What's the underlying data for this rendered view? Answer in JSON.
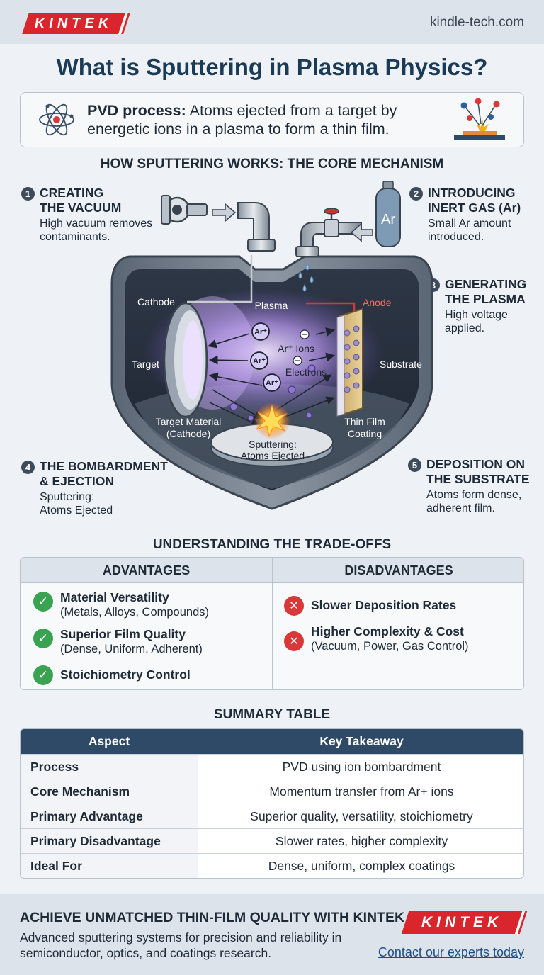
{
  "header": {
    "logo": "KINTEK",
    "site": "kindle-tech.com"
  },
  "title": "What is Sputtering in Plasma Physics?",
  "intro": {
    "label": "PVD process:",
    "text": " Atoms ejected from a target by energetic ions in a plasma to form a thin film."
  },
  "mechanism": {
    "heading": "HOW SPUTTERING WORKS: THE CORE MECHANISM",
    "steps": [
      {
        "num": "1",
        "title1": "CREATING",
        "title2": "THE VACUUM",
        "desc1": "High vacuum removes",
        "desc2": "contaminants."
      },
      {
        "num": "2",
        "title1": "INTRODUCING",
        "title2": "INERT GAS (Ar)",
        "desc1": "Small Ar amount",
        "desc2": "introduced."
      },
      {
        "num": "3",
        "title1": "GENERATING",
        "title2": "THE PLASMA",
        "desc1": "High voltage",
        "desc2": "applied."
      },
      {
        "num": "4",
        "title1": "THE BOMBARDMENT",
        "title2": "& EJECTION",
        "desc1": "Sputtering:",
        "desc2": "Atoms Ejected"
      },
      {
        "num": "5",
        "title1": "DEPOSITION ON",
        "title2": "THE SUBSTRATE",
        "desc1": "Atoms form dense,",
        "desc2": "adherent film."
      }
    ],
    "labels": {
      "cathode": "Cathode–",
      "anode": "Anode +",
      "plasma": "Plasma",
      "target": "Target",
      "substrate": "Substrate",
      "ar_ions": "Ar⁺ Ions",
      "electrons": "Electrons",
      "ar_badge": "Ar⁺",
      "ar_tank": "Ar",
      "target_material1": "Target Material",
      "target_material2": "(Cathode)",
      "thin_film1": "Thin Film",
      "thin_film2": "Coating",
      "sputter1": "Sputtering:",
      "sputter2": "Atoms Ejected"
    }
  },
  "tradeoffs": {
    "heading": "UNDERSTANDING THE TRADE-OFFS",
    "advantages_label": "ADVANTAGES",
    "disadvantages_label": "DISADVANTAGES",
    "advantages": [
      {
        "title": "Material Versatility",
        "sub": "(Metals, Alloys, Compounds)"
      },
      {
        "title": "Superior Film Quality",
        "sub": "(Dense, Uniform, Adherent)"
      },
      {
        "title": "Stoichiometry Control",
        "sub": ""
      }
    ],
    "disadvantages": [
      {
        "title": "Slower Deposition Rates",
        "sub": ""
      },
      {
        "title": "Higher Complexity & Cost",
        "sub": "(Vacuum, Power, Gas Control)"
      }
    ]
  },
  "summary": {
    "heading": "SUMMARY TABLE",
    "columns": [
      "Aspect",
      "Key Takeaway"
    ],
    "rows": [
      [
        "Process",
        "PVD using ion bombardment"
      ],
      [
        "Core Mechanism",
        "Momentum transfer from Ar+ ions"
      ],
      [
        "Primary Advantage",
        "Superior quality, versatility, stoichiometry"
      ],
      [
        "Primary Disadvantage",
        "Slower rates, higher complexity"
      ],
      [
        "Ideal For",
        "Dense, uniform, complex coatings"
      ]
    ]
  },
  "footer": {
    "heading": "ACHIEVE UNMATCHED THIN-FILM QUALITY WITH KINTEK",
    "desc": "Advanced sputtering systems for precision and reliability in semiconductor, optics, and coatings research.",
    "logo": "KINTEK",
    "contact": "Contact our experts today"
  },
  "colors": {
    "brand_red": "#d9262c",
    "navy": "#2f4a66",
    "check_green": "#3aa352",
    "cross_red": "#d9383b",
    "plasma_purple": "#9b6fe0"
  }
}
